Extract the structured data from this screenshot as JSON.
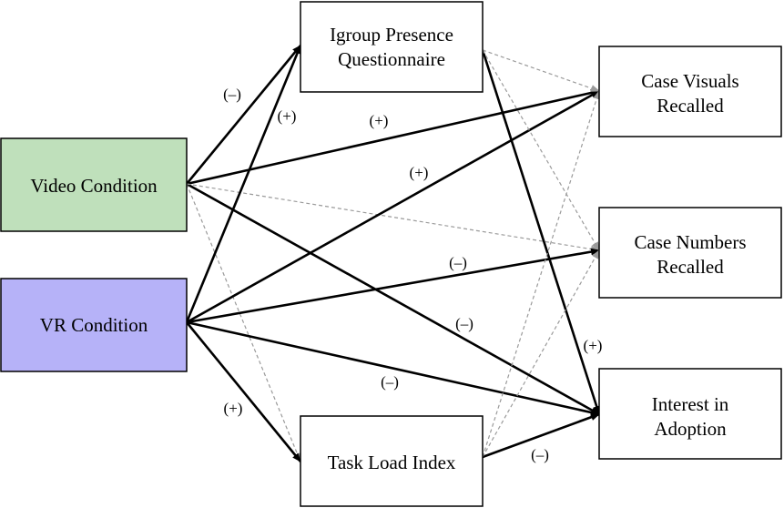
{
  "colors": {
    "video_fill": "#bfe0bb",
    "vr_fill": "#b6b2f8",
    "box_fill": "#ffffff",
    "stroke": "#000000",
    "dashed": "#9a9a9a"
  },
  "nodes": {
    "video": {
      "lines": [
        "Video Condition"
      ]
    },
    "vr": {
      "lines": [
        "VR Condition"
      ]
    },
    "igroup": {
      "lines": [
        "Igroup Presence",
        "Questionnaire"
      ]
    },
    "tli": {
      "lines": [
        "Task Load Index"
      ]
    },
    "visuals": {
      "lines": [
        "Case Visuals",
        "Recalled"
      ]
    },
    "numbers": {
      "lines": [
        "Case Numbers",
        "Recalled"
      ]
    },
    "interest": {
      "lines": [
        "Interest in",
        "Adoption"
      ]
    }
  },
  "edges": [
    {
      "id": "video-igroup",
      "from": "video",
      "to": "igroup",
      "style": "solid",
      "sign": "(–)"
    },
    {
      "id": "video-visuals",
      "from": "video",
      "to": "visuals",
      "style": "solid",
      "sign": "(+)"
    },
    {
      "id": "video-interest",
      "from": "video",
      "to": "interest",
      "style": "solid",
      "sign": "(–)"
    },
    {
      "id": "video-numbers",
      "from": "video",
      "to": "numbers",
      "style": "dashed",
      "sign": ""
    },
    {
      "id": "video-tli",
      "from": "video",
      "to": "tli",
      "style": "dashed",
      "sign": ""
    },
    {
      "id": "vr-igroup",
      "from": "vr",
      "to": "igroup",
      "style": "solid",
      "sign": "(+)"
    },
    {
      "id": "vr-visuals",
      "from": "vr",
      "to": "visuals",
      "style": "solid",
      "sign": "(+)"
    },
    {
      "id": "vr-numbers",
      "from": "vr",
      "to": "numbers",
      "style": "solid",
      "sign": "(–)"
    },
    {
      "id": "vr-interest",
      "from": "vr",
      "to": "interest",
      "style": "solid",
      "sign": "(–)"
    },
    {
      "id": "vr-tli",
      "from": "vr",
      "to": "tli",
      "style": "solid",
      "sign": "(+)"
    },
    {
      "id": "igroup-interest",
      "from": "igroup",
      "to": "interest",
      "style": "solid",
      "sign": "(+)"
    },
    {
      "id": "igroup-visuals",
      "from": "igroup",
      "to": "visuals",
      "style": "dashed",
      "sign": ""
    },
    {
      "id": "igroup-numbers",
      "from": "igroup",
      "to": "numbers",
      "style": "dashed",
      "sign": ""
    },
    {
      "id": "tli-interest",
      "from": "tli",
      "to": "interest",
      "style": "solid",
      "sign": "(–)"
    },
    {
      "id": "tli-visuals",
      "from": "tli",
      "to": "visuals",
      "style": "dashed",
      "sign": ""
    },
    {
      "id": "tli-numbers",
      "from": "tli",
      "to": "numbers",
      "style": "dashed",
      "sign": ""
    }
  ]
}
